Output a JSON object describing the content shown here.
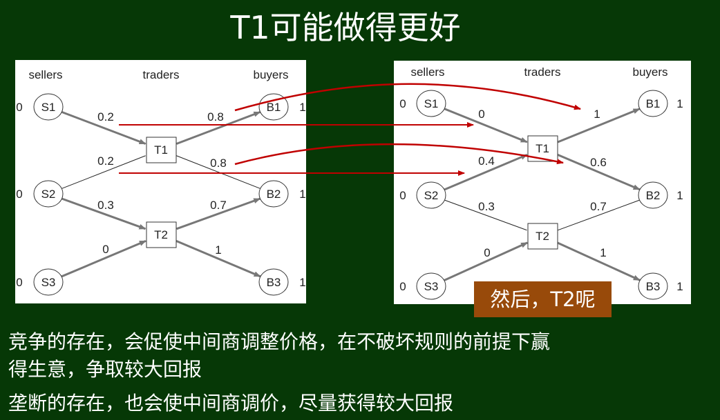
{
  "title": "T1可能做得更好",
  "diagrams": [
    {
      "headers": {
        "sellers": "sellers",
        "traders": "traders",
        "buyers": "buyers"
      },
      "sellers": [
        {
          "id": "S1",
          "value": "0"
        },
        {
          "id": "S2",
          "value": "0"
        },
        {
          "id": "S3",
          "value": "0"
        }
      ],
      "traders": [
        {
          "id": "T1"
        },
        {
          "id": "T2"
        }
      ],
      "buyers": [
        {
          "id": "B1",
          "value": "1"
        },
        {
          "id": "B2",
          "value": "1"
        },
        {
          "id": "B3",
          "value": "1"
        }
      ],
      "edges": [
        {
          "from": "S1",
          "to": "T1",
          "price": "0.2",
          "trade": true
        },
        {
          "from": "S2",
          "to": "T1",
          "price": "0.2",
          "trade": false
        },
        {
          "from": "S2",
          "to": "T2",
          "price": "0.3",
          "trade": true
        },
        {
          "from": "S3",
          "to": "T2",
          "price": "0",
          "trade": true
        },
        {
          "from": "T1",
          "to": "B1",
          "price": "0.8",
          "trade": true
        },
        {
          "from": "T1",
          "to": "B2",
          "price": "0.8",
          "trade": false
        },
        {
          "from": "T2",
          "to": "B2",
          "price": "0.7",
          "trade": true
        },
        {
          "from": "T2",
          "to": "B3",
          "price": "1",
          "trade": true
        }
      ]
    },
    {
      "headers": {
        "sellers": "sellers",
        "traders": "traders",
        "buyers": "buyers"
      },
      "sellers": [
        {
          "id": "S1",
          "value": "0"
        },
        {
          "id": "S2",
          "value": "0"
        },
        {
          "id": "S3",
          "value": "0"
        }
      ],
      "traders": [
        {
          "id": "T1"
        },
        {
          "id": "T2"
        }
      ],
      "buyers": [
        {
          "id": "B1",
          "value": "1"
        },
        {
          "id": "B2",
          "value": "1"
        },
        {
          "id": "B3",
          "value": "1"
        }
      ],
      "edges": [
        {
          "from": "S1",
          "to": "T1",
          "price": "0",
          "trade": true
        },
        {
          "from": "S2",
          "to": "T1",
          "price": "0.4",
          "trade": true
        },
        {
          "from": "S2",
          "to": "T2",
          "price": "0.3",
          "trade": false
        },
        {
          "from": "S3",
          "to": "T2",
          "price": "0",
          "trade": true
        },
        {
          "from": "T1",
          "to": "B1",
          "price": "1",
          "trade": true
        },
        {
          "from": "T1",
          "to": "B2",
          "price": "0.6",
          "trade": true
        },
        {
          "from": "T2",
          "to": "B2",
          "price": "0.7",
          "trade": false
        },
        {
          "from": "T2",
          "to": "B3",
          "price": "1",
          "trade": true
        }
      ]
    }
  ],
  "colors": {
    "background": "#063806",
    "highlight_arrow": "#c00000",
    "note_bg": "#984a0a"
  },
  "note": "然后，T2呢",
  "bottom_text": [
    "竞争的存在，会促使中间商调整价格，在不破坏规则的前提下赢",
    "得生意，争取较大回报",
    "垄断的存在，也会使中间商调价，尽量获得较大回报"
  ]
}
